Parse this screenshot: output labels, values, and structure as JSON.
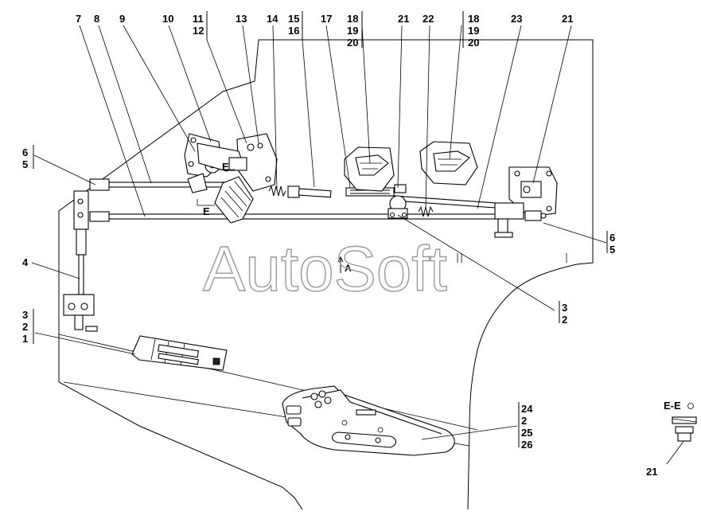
{
  "watermark": "AutoSoft",
  "section_label": "E-E",
  "section_detail_number": "21",
  "view_arrow_label": "A",
  "section_marks": [
    "E",
    "E"
  ],
  "top_callouts": [
    "7",
    "8",
    "9",
    "10",
    "11",
    "12",
    "13",
    "14",
    "15",
    "16",
    "17",
    "18",
    "19",
    "20",
    "21",
    "22",
    "18",
    "19",
    "20",
    "23",
    "21"
  ],
  "left_callouts": [
    "6",
    "5",
    "4",
    "3",
    "2",
    "1"
  ],
  "right_callouts": [
    "6",
    "5",
    "3",
    "2"
  ],
  "bottom_callouts": [
    "24",
    "2",
    "25",
    "26"
  ]
}
